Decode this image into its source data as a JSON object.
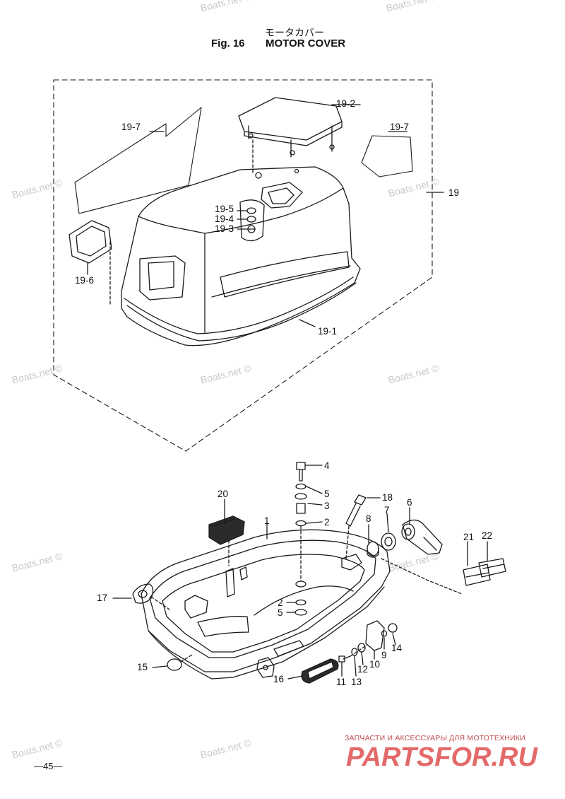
{
  "title": {
    "japanese": "モータカバー",
    "fig_label": "Fig. 16",
    "name": "MOTOR COVER"
  },
  "watermark_text": "Boats.net ©",
  "upper_labels": {
    "l19_2": "19-2",
    "l19_7_left": "19-7",
    "l19_7_right": "19-7",
    "l19": "19",
    "l19_5": "19-5",
    "l19_4": "19-4",
    "l19_3": "19-3",
    "l19_6": "19-6",
    "l19_1": "19-1"
  },
  "lower_labels": {
    "l4": "4",
    "l5a": "5",
    "l3": "3",
    "l2a": "2",
    "l18": "18",
    "l20": "20",
    "l1": "1",
    "l7": "7",
    "l6": "6",
    "l8": "8",
    "l21": "21",
    "l22": "22",
    "l17": "17",
    "l2b": "2",
    "l5b": "5",
    "l9": "9",
    "l14": "14",
    "l10": "10",
    "l12": "12",
    "l15": "15",
    "l16": "16",
    "l11": "11",
    "l13": "13"
  },
  "page_number": "—45—",
  "brand": {
    "tagline": "ЗАПЧАСТИ И АКСЕССУАРЫ ДЛЯ МОТОТЕХНИКИ",
    "logo": "PARTSFOR.RU",
    "color": "#e36a6a"
  }
}
